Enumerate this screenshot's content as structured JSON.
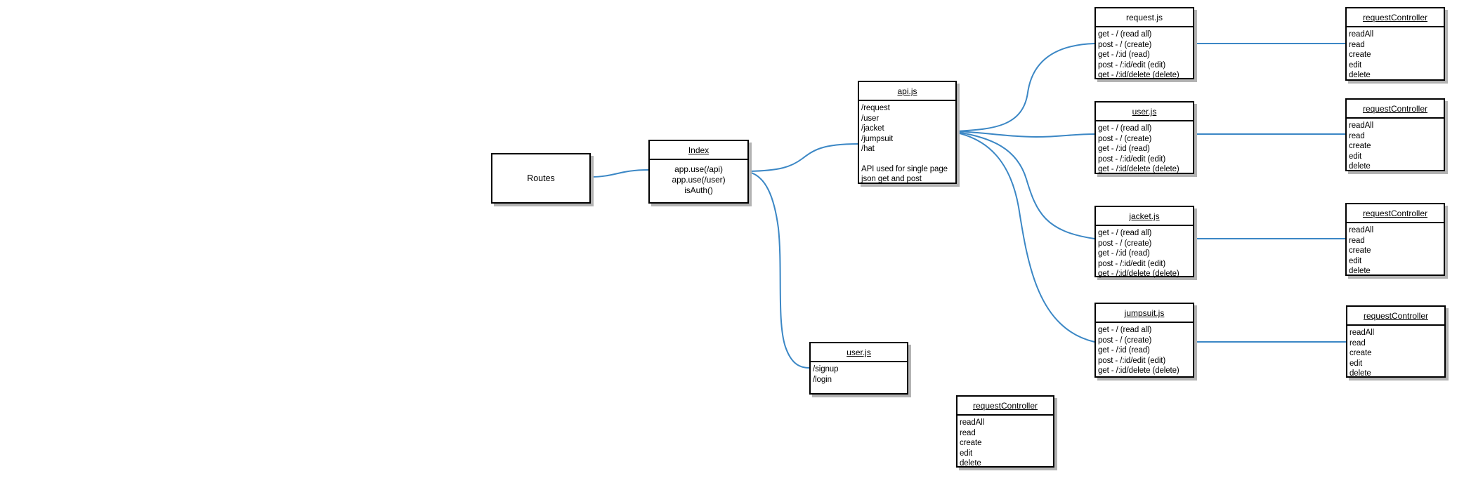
{
  "colors": {
    "connector": "#3b87c5",
    "border": "#000000",
    "box_fill": "#ffffff",
    "shadow": "#b3b3b3"
  },
  "nodes": {
    "routes": {
      "title": "Routes"
    },
    "index": {
      "title": "Index",
      "body": [
        "app.use(/api)",
        "app.use(/user)",
        "isAuth()"
      ]
    },
    "api": {
      "title": "api.js",
      "body": [
        "/request",
        "/user",
        "/jacket",
        "/jumpsuit",
        "/hat",
        "",
        "API used for single page",
        "json get and post"
      ]
    },
    "user_routes": {
      "title": "user.js",
      "body": [
        "/signup",
        "/login"
      ]
    },
    "request_api": {
      "title": "request.js"
    },
    "user_api": {
      "title": "user.js"
    },
    "jacket_api": {
      "title": "jacket.js"
    },
    "jumpsuit_api": {
      "title": "jumpsuit.js"
    },
    "request_controller": {
      "title": "requestController"
    }
  },
  "shared": {
    "rest_methods": [
      "get - / (read all)",
      "post - / (create)",
      "get - /:id (read)",
      "post - /:id/edit (edit)",
      "get - /:id/delete (delete)"
    ],
    "controller_methods": [
      "readAll",
      "read",
      "create",
      "edit",
      "delete"
    ]
  }
}
